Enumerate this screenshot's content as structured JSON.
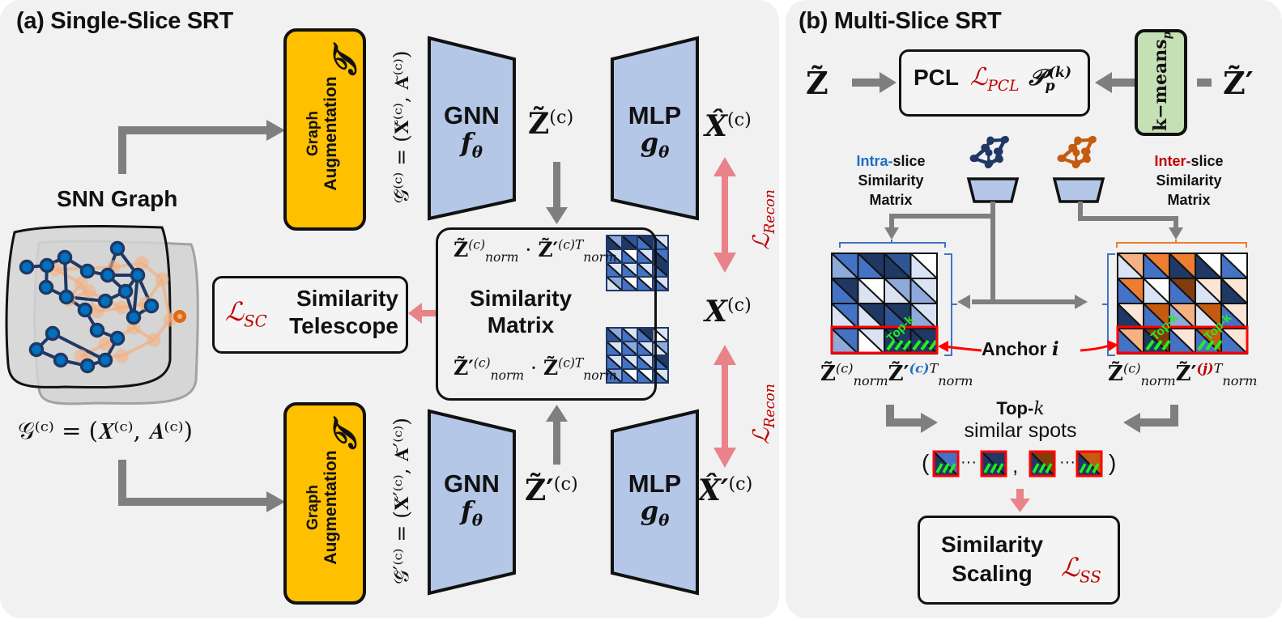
{
  "panel_a": {
    "title": "(a) Single-Slice SRT",
    "snn_graph_label": "SNN Graph",
    "graph_formula": "𝒢⁽ᶜ⁾ = (𝑿⁽ᶜ⁾, 𝑨⁽ᶜ⁾)",
    "augmentation": {
      "label_line1": "Graph",
      "label_line2": "Augmentation",
      "symbol": "𝓣",
      "top_output": "𝒢̃⁽ᶜ⁾ = (𝐗̃⁽ᶜ⁾, 𝐀̃⁽ᶜ⁾)",
      "bottom_output": "𝒢̃′⁽ᶜ⁾ = (𝐗̃′⁽ᶜ⁾, 𝐀̃′⁽ᶜ⁾)"
    },
    "gnn": {
      "label": "GNN",
      "symbol": "f",
      "subscript": "θ"
    },
    "mlp": {
      "label": "MLP",
      "symbol": "g",
      "subscript": "θ"
    },
    "z_top": {
      "base": "Z̃",
      "sup": "(c)"
    },
    "z_bottom": {
      "base": "Z̃′",
      "sup": "(c)"
    },
    "x_hat_top": {
      "base": "X̂",
      "sup": "(c)"
    },
    "x_hat_bottom": {
      "base": "X̂′",
      "sup": "(c)"
    },
    "x_center": {
      "base": "X",
      "sup": "(c)"
    },
    "recon_loss": {
      "script": "ℒ",
      "subscript": "Recon"
    },
    "similarity_matrix": {
      "title_line1": "Similarity",
      "title_line2": "Matrix",
      "top_product": {
        "left_base": "Z̃",
        "left_sup": "(c)",
        "left_sub": "norm",
        "right_base": "Z̃′",
        "right_sup": "(c)T",
        "right_sub": "norm",
        "op": "·"
      },
      "bottom_product": {
        "left_base": "Z̃′",
        "left_sup": "(c)",
        "left_sub": "norm",
        "right_base": "Z̃",
        "right_sup": "(c)T",
        "right_sub": "norm",
        "op": "·"
      }
    },
    "telescope": {
      "loss_script": "ℒ",
      "loss_subscript": "SC",
      "line1": "Similarity",
      "line2": "Telescope"
    }
  },
  "panel_b": {
    "title": "(b) Multi-Slice SRT",
    "z_left": "Z̃",
    "z_right": "Z̃′",
    "pcl": {
      "label": "PCL",
      "loss_script": "ℒ",
      "loss_subscript": "PCL",
      "proto": "𝒫",
      "proto_sub": "p",
      "proto_sup": "(k)"
    },
    "kmeans": {
      "label": "k−means",
      "subscript": "p"
    },
    "intra": {
      "highlight": "Intra-",
      "rest": "slice",
      "line2": "Similarity",
      "line3": "Matrix"
    },
    "inter": {
      "highlight": "Inter-",
      "rest": "slice",
      "line2": "Similarity",
      "line3": "Matrix"
    },
    "anchor": {
      "label": "Anchor",
      "var": "i"
    },
    "topk_tag": "Top-k",
    "intra_product": {
      "left_base": "Z̃",
      "left_sup": "(c)",
      "left_sub": "norm",
      "right_base": "Z̃′",
      "right_sup_colored": "(c)",
      "right_sup_tail": "T",
      "right_sub": "norm"
    },
    "inter_product": {
      "left_base": "Z̃",
      "left_sup": "(c)",
      "left_sub": "norm",
      "right_base": "Z̃′",
      "right_sup_colored": "(j)",
      "right_sup_tail": "T",
      "right_sub": "norm"
    },
    "topk_caption": {
      "bold": "Top-",
      "var": "k",
      "line2": "similar spots",
      "open": "(",
      "dots": "···",
      "comma": ",",
      "close": ")"
    },
    "scaling": {
      "line1": "Similarity",
      "line2": "Scaling",
      "loss_script": "ℒ",
      "loss_subscript": "SS"
    }
  },
  "colors": {
    "panel_bg": "#f1f1f1",
    "augmentation": "#ffc000",
    "encoder": "#b4c7e7",
    "kmeans": "#c5e0b4",
    "arrow_gray": "#7f7f7f",
    "arrow_pink": "#e8838a",
    "loss_red": "#c00000",
    "intra_blue": "#1f6fc2",
    "topk_green": "#22ee22",
    "anchor_red": "#ff0000",
    "node_blue": "#1f3864",
    "node_orange": "#e06a14"
  },
  "matrices": {
    "sm_top": [
      [
        [
          "#8eaadb",
          "#1f3864"
        ],
        [
          "#2f5597",
          "#1f3864"
        ],
        [
          "#1f3864",
          "#4472c4"
        ],
        [
          "#dae3f3",
          "#4472c4"
        ]
      ],
      [
        [
          "#dae3f3",
          "#4472c4"
        ],
        [
          "#ffffff",
          "#4472c4"
        ],
        [
          "#dae3f3",
          "#4472c4"
        ],
        [
          "#4472c4",
          "#1f3864"
        ]
      ],
      [
        [
          "#dae3f3",
          "#4472c4"
        ],
        [
          "#dae3f3",
          "#4472c4"
        ],
        [
          "#dae3f3",
          "#4472c4"
        ],
        [
          "#1f3864",
          "#4472c4"
        ]
      ],
      [
        [
          "#8eaadb",
          "#dae3f3"
        ],
        [
          "#ffffff",
          "#4472c4"
        ],
        [
          "#ffffff",
          "#4472c4"
        ],
        [
          "#dae3f3",
          "#4472c4"
        ]
      ]
    ],
    "sm_bottom": [
      [
        [
          "#8eaadb",
          "#2f5597"
        ],
        [
          "#dae3f3",
          "#4472c4"
        ],
        [
          "#1f3864",
          "#4472c4"
        ],
        [
          "#dae3f3",
          "#ffffff"
        ]
      ],
      [
        [
          "#dae3f3",
          "#4472c4"
        ],
        [
          "#8eaadb",
          "#4472c4"
        ],
        [
          "#dae3f3",
          "#4472c4"
        ],
        [
          "#8eaadb",
          "#dae3f3"
        ]
      ],
      [
        [
          "#dae3f3",
          "#4472c4"
        ],
        [
          "#dae3f3",
          "#4472c4"
        ],
        [
          "#dae3f3",
          "#4472c4"
        ],
        [
          "#1f3864",
          "#4472c4"
        ]
      ],
      [
        [
          "#8eaadb",
          "#4472c4"
        ],
        [
          "#ffffff",
          "#4472c4"
        ],
        [
          "#ffffff",
          "#4472c4"
        ],
        [
          "#dae3f3",
          "#4472c4"
        ]
      ]
    ],
    "intra": [
      [
        [
          "#4472c4",
          "#8eaadb"
        ],
        [
          "#1f3864",
          "#4472c4"
        ],
        [
          "#2f5597",
          "#1f3864"
        ],
        [
          "#ffffff",
          "#dae3f3"
        ]
      ],
      [
        [
          "#1f3864",
          "#4472c4"
        ],
        [
          "#ffffff",
          "#dae3f3"
        ],
        [
          "#8eaadb",
          "#dae3f3"
        ],
        [
          "#dae3f3",
          "#8eaadb"
        ]
      ],
      [
        [
          "#4472c4",
          "#dae3f3"
        ],
        [
          "#1f3864",
          "#dae3f3"
        ],
        [
          "#1f3864",
          "#2f5597"
        ],
        [
          "#dae3f3",
          "#8eaadb"
        ]
      ],
      [
        [
          "#4472c4",
          "#8eaadb"
        ],
        [
          "#dae3f3",
          "#ffffff"
        ],
        [
          "#1f3864",
          "#1f3864"
        ],
        [
          "#1f3864",
          "#1f3864"
        ]
      ]
    ],
    "inter": [
      [
        [
          "#f4b183",
          "#dae3f3"
        ],
        [
          "#ed7d31",
          "#4472c4"
        ],
        [
          "#ed7d31",
          "#1f3864"
        ],
        [
          "#ffffff",
          "#1f3864"
        ],
        [
          "#ffffff",
          "#4472c4"
        ]
      ],
      [
        [
          "#ed7d31",
          "#4472c4"
        ],
        [
          "#ffffff",
          "#dae3f3"
        ],
        [
          "#843c0c",
          "#4472c4"
        ],
        [
          "#fbe5d6",
          "#dae3f3"
        ],
        [
          "#fbe5d6",
          "#1f3864"
        ]
      ],
      [
        [
          "#fbe5d6",
          "#1f3864"
        ],
        [
          "#c55a11",
          "#4472c4"
        ],
        [
          "#f4b183",
          "#8eaadb"
        ],
        [
          "#c55a11",
          "#dae3f3"
        ],
        [
          "#fbe5d6",
          "#4472c4"
        ]
      ],
      [
        [
          "#f4b183",
          "#4472c4"
        ],
        [
          "#843c0c",
          "#1f3864"
        ],
        [
          "#fbe5d6",
          "#4472c4"
        ],
        [
          "#c55a11",
          "#4472c4"
        ],
        [
          "#fbe5d6",
          "#4472c4"
        ]
      ]
    ],
    "topk_cells": [
      [
        "#4472c4",
        "#1f3864"
      ],
      [
        "#1f3864",
        "#1f3864"
      ],
      [
        "#843c0c",
        "#1f3864"
      ],
      [
        "#c55a11",
        "#1f3864"
      ]
    ]
  }
}
